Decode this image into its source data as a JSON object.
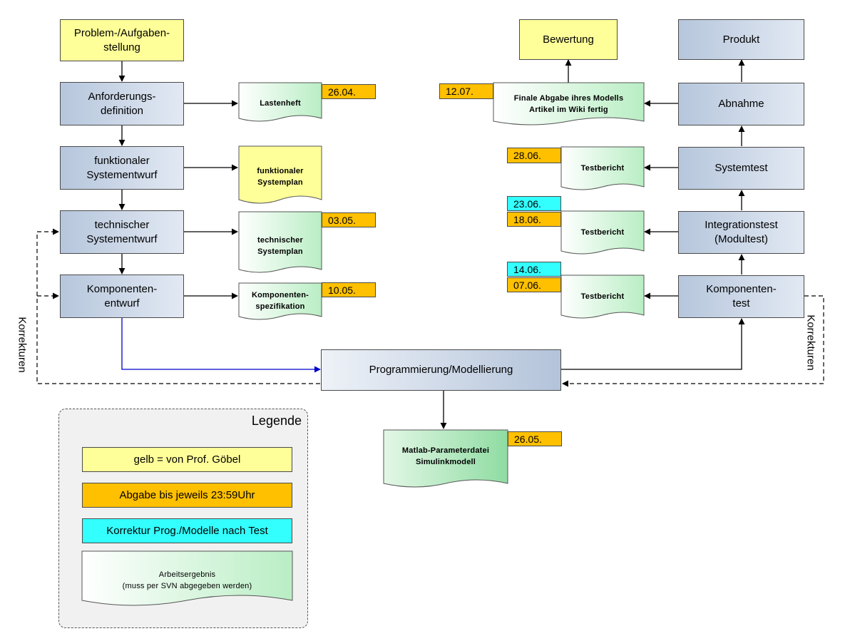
{
  "left_chain": {
    "problem": "Problem-/Aufgaben-\nstellung",
    "anforderung": "Anforderungs-\ndefinition",
    "funktional": "funktionaler\nSystementwurf",
    "technisch": "technischer\nSystementwurf",
    "komponentenentwurf": "Komponenten-\nentwurf"
  },
  "left_documents": {
    "lastenheft": "Lastenheft",
    "funktionaler_systemplan": "funktionaler\nSystemplan",
    "technischer_systemplan": "technischer\nSystemplan",
    "komponentenspezifikation": "Komponenten-\nspezifikation"
  },
  "left_dates": {
    "lastenheft": "26.04.",
    "technisch": "03.05.",
    "komponenten": "10.05."
  },
  "center": {
    "programmierung": "Programmierung/Modellierung",
    "matlab_doc": "Matlab-Parameterdatei\nSimulinkmodell",
    "matlab_date": "26.05."
  },
  "right_chain": {
    "bewertung": "Bewertung",
    "produkt": "Produkt",
    "abnahme": "Abnahme",
    "systemtest": "Systemtest",
    "integrationstest": "Integrationstest\n(Modultest)",
    "komponententest": "Komponenten-\ntest"
  },
  "right_documents": {
    "finale": "Finale Abgabe ihres Modells\nArtikel im Wiki fertig",
    "testbericht_system": "Testbericht",
    "testbericht_integration": "Testbericht",
    "testbericht_komponenten": "Testbericht"
  },
  "right_dates": {
    "finale": "12.07.",
    "system": "28.06.",
    "integration_korrektur": "23.06.",
    "integration": "18.06.",
    "komponenten_korrektur": "14.06.",
    "komponenten": "07.06."
  },
  "feedback": {
    "left_label": "Korrekturen",
    "right_label": "Korrekturen"
  },
  "legend": {
    "title": "Legende",
    "yellow": "gelb = von Prof. Göbel",
    "orange": "Abgabe bis jeweils 23:59Uhr",
    "cyan": "Korrektur Prog./Modelle nach Test",
    "document": "Arbeitsergebnis\n(muss per SVN abgegeben werden)"
  },
  "colors": {
    "yellow": "#ffff99",
    "orange": "#ffc000",
    "cyan": "#33ffff",
    "blue_arrow": "#0000cc"
  }
}
